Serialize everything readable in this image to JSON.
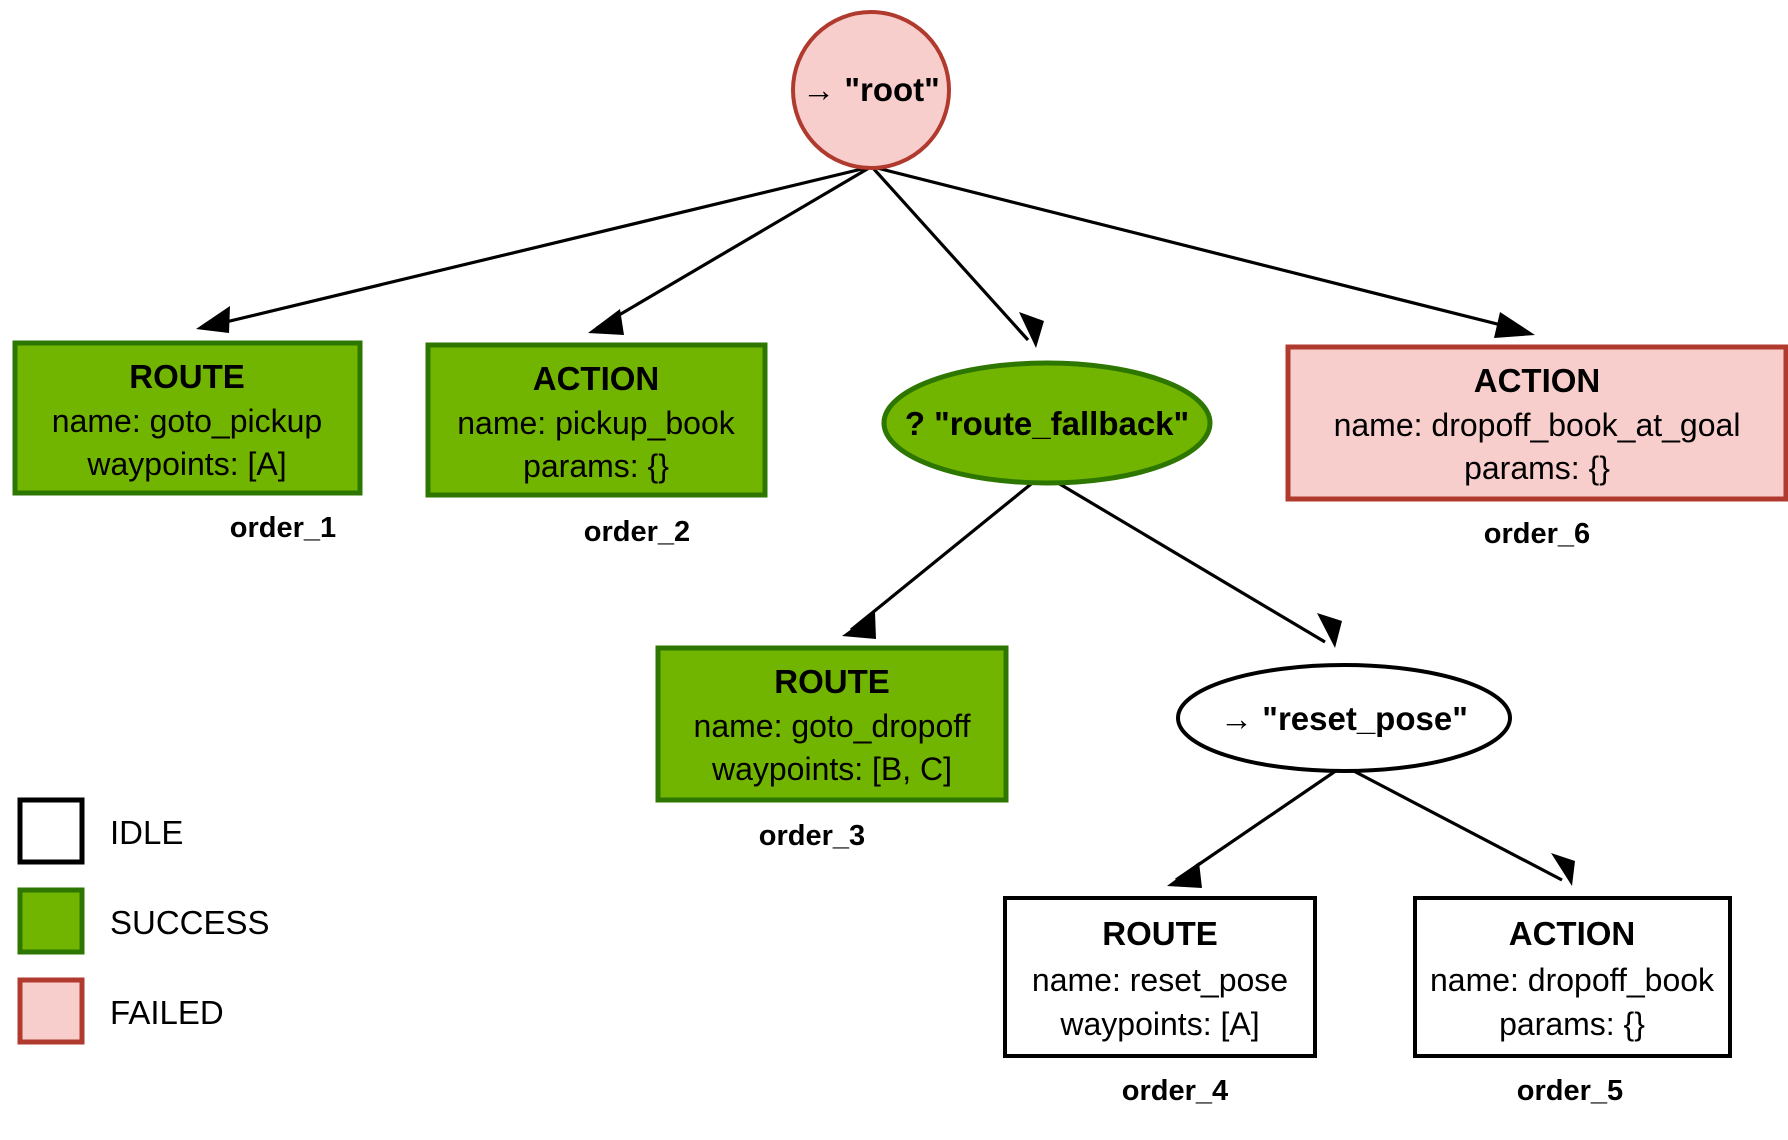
{
  "diagram": {
    "title": "behavior-tree-status",
    "colors": {
      "success_fill": "#72b500",
      "success_stroke": "#2d7600",
      "failed_fill": "#f8cecc",
      "failed_stroke": "#b03a2e",
      "idle_fill": "#ffffff",
      "idle_stroke": "#000000",
      "edge": "#000000"
    }
  },
  "nodes": {
    "root": {
      "label": "→ \"root\"",
      "shape": "circle",
      "status": "FAILED"
    },
    "order_1": {
      "title": "ROUTE",
      "line1": "name: goto_pickup",
      "line2": "waypoints: [A]",
      "order": "order_1",
      "status": "SUCCESS"
    },
    "order_2": {
      "title": "ACTION",
      "line1": "name: pickup_book",
      "line2": "params: {}",
      "order": "order_2",
      "status": "SUCCESS"
    },
    "route_fallback": {
      "label": "? \"route_fallback\"",
      "shape": "ellipse",
      "status": "SUCCESS"
    },
    "order_6": {
      "title": "ACTION",
      "line1": "name: dropoff_book_at_goal",
      "line2": "params: {}",
      "order": "order_6",
      "status": "FAILED"
    },
    "order_3": {
      "title": "ROUTE",
      "line1": "name: goto_dropoff",
      "line2": "waypoints: [B, C]",
      "order": "order_3",
      "status": "SUCCESS"
    },
    "reset_pose": {
      "label": "→ \"reset_pose\"",
      "shape": "ellipse",
      "status": "IDLE"
    },
    "order_4": {
      "title": "ROUTE",
      "line1": "name: reset_pose",
      "line2": "waypoints: [A]",
      "order": "order_4",
      "status": "IDLE"
    },
    "order_5": {
      "title": "ACTION",
      "line1": "name: dropoff_book",
      "line2": "params: {}",
      "order": "order_5",
      "status": "IDLE"
    }
  },
  "legend": {
    "items": [
      {
        "label": "IDLE",
        "fill": "#ffffff",
        "stroke": "#000000"
      },
      {
        "label": "SUCCESS",
        "fill": "#72b500",
        "stroke": "#2d7600"
      },
      {
        "label": "FAILED",
        "fill": "#f8cecc",
        "stroke": "#b03a2e"
      }
    ]
  }
}
